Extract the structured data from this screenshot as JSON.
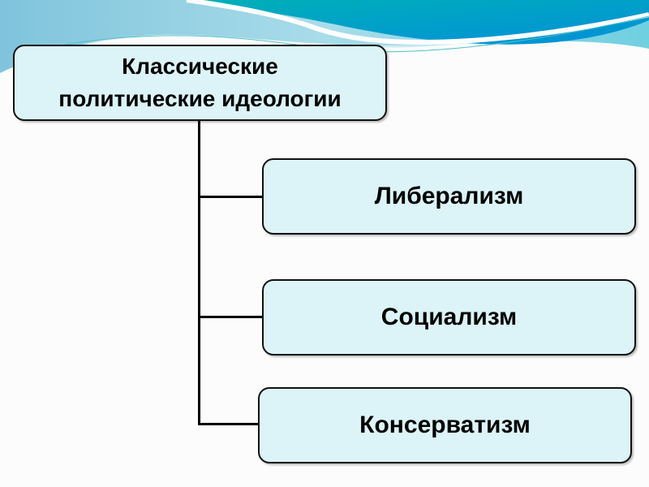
{
  "diagram": {
    "root": {
      "line1": "Классические",
      "line2": "политические идеологии"
    },
    "children": [
      "Либерализм",
      "Социализм",
      "Консерватизм"
    ]
  },
  "colors": {
    "box_fill": "#dcf4f8",
    "wave_light": "#8ccfe0",
    "wave_dark": "#0097c8"
  }
}
